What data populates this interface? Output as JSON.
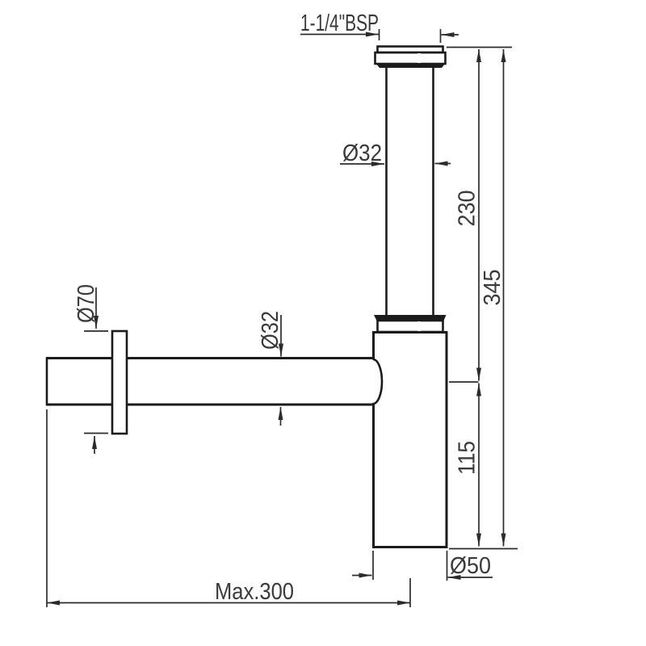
{
  "labels": {
    "thread": "1-1/4\"BSP",
    "top_pipe_diameter": "Ø32",
    "upper_height": "230",
    "total_height": "345",
    "flange_diameter": "Ø70",
    "inlet_pipe_diameter": "Ø32",
    "lower_height": "115",
    "body_diameter": "Ø50",
    "max_horizontal": "Max.300"
  },
  "colors": {
    "object_line": "#1b1b1b",
    "dimension_line": "#2b2b2b",
    "text": "#3a3a3a",
    "background": "#ffffff"
  }
}
